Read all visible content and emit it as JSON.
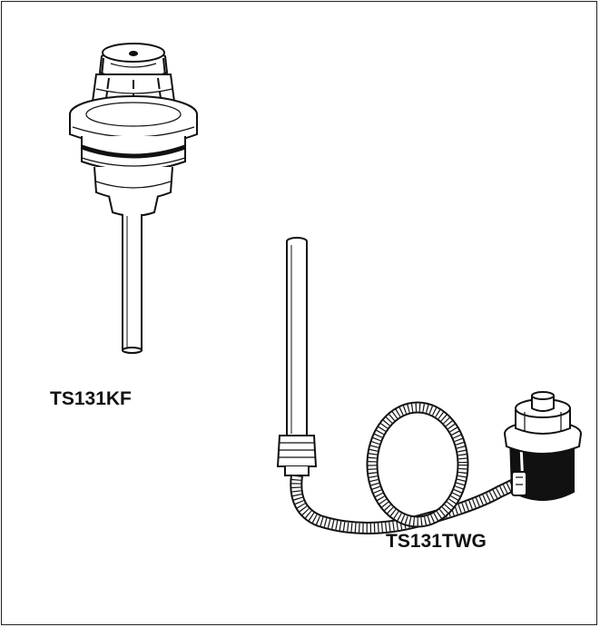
{
  "products": [
    {
      "id": "kf",
      "label": "TS131KF"
    },
    {
      "id": "twg",
      "label": "TS131TWG"
    }
  ],
  "colors": {
    "ink": "#111111",
    "background": "#ffffff"
  }
}
